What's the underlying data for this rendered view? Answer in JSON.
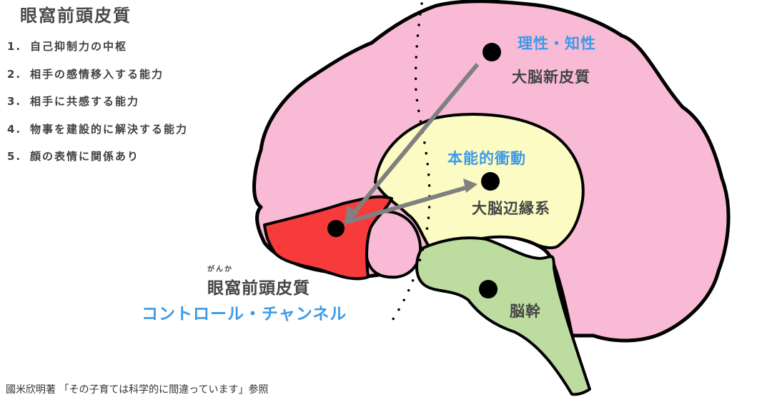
{
  "heading": "眼窩前頭皮質",
  "functions": [
    {
      "num": "1.",
      "text": "自己抑制力の中枢"
    },
    {
      "num": "2.",
      "text": "相手の感情移入する能力"
    },
    {
      "num": "3.",
      "text": "相手に共感する能力"
    },
    {
      "num": "4.",
      "text": "物事を建設的に解決する能力"
    },
    {
      "num": "5.",
      "text": "顔の表情に関係あり"
    }
  ],
  "regions": {
    "neocortex": {
      "label": "大脳新皮質",
      "role": "理性・知性",
      "color": "#f9bad6"
    },
    "limbic": {
      "label": "大脳辺縁系",
      "role": "本能的衝動",
      "color": "#fbfbc3"
    },
    "brainstem": {
      "label": "脳幹",
      "color": "#bcdca0"
    },
    "ofc": {
      "label": "眼窩前頭皮質",
      "ruby": "がんか",
      "role": "コントロール・チャンネル",
      "color": "#f73b3b"
    }
  },
  "colors": {
    "blue_text": "#3d9ae8",
    "gray_text": "#454545",
    "arrow": "#808080",
    "outline": "#000000"
  },
  "caption": "國米欣明著 「その子育ては科学的に間違っています」参照"
}
